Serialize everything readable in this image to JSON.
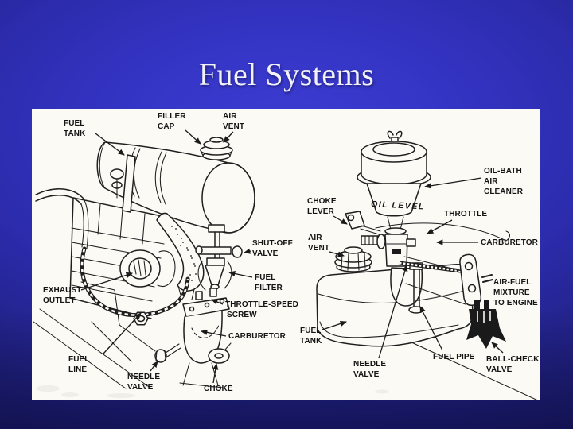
{
  "title": "Fuel Systems",
  "colors": {
    "background_center": "#3737c8",
    "background_edge": "#1a1a66",
    "panel": "#fbfaf5",
    "ink": "#1f1f1f",
    "title_text": "#f2f2f8"
  },
  "left_diagram": {
    "fuel_tank": [
      "FUEL",
      "TANK"
    ],
    "filler_cap": [
      "FILLER",
      "CAP"
    ],
    "air_vent": [
      "AIR",
      "VENT"
    ],
    "shut_off_valve": [
      "SHUT-OFF",
      "VALVE"
    ],
    "fuel_filter": [
      "FUEL",
      "FILTER"
    ],
    "throttle_speed_screw": [
      "THROTTLE-SPEED",
      "SCREW"
    ],
    "carburetor": "CARBURETOR",
    "exhaust_outlet": [
      "EXHAUST",
      "OUTLET"
    ],
    "fuel_line": [
      "FUEL",
      "LINE"
    ],
    "needle_valve": [
      "NEEDLE",
      "VALVE"
    ],
    "choke": "CHOKE"
  },
  "right_diagram": {
    "oil_bath_air_cleaner": [
      "OIL-BATH",
      "AIR",
      "CLEANER"
    ],
    "oil_level": "OIL LEVEL",
    "choke_lever": [
      "CHOKE",
      "LEVER"
    ],
    "throttle": "THROTTLE",
    "air_vent": [
      "AIR",
      "VENT"
    ],
    "carburetor": "CARBURETOR",
    "air_fuel_mixture_to_engine": [
      "AIR-FUEL",
      "MIXTURE",
      "TO ENGINE"
    ],
    "fuel_tank": [
      "FUEL",
      "TANK"
    ],
    "needle_valve": [
      "NEEDLE",
      "VALVE"
    ],
    "fuel_pipe": "FUEL PIPE",
    "ball_check_valve": [
      "BALL-CHECK",
      "VALVE"
    ]
  }
}
